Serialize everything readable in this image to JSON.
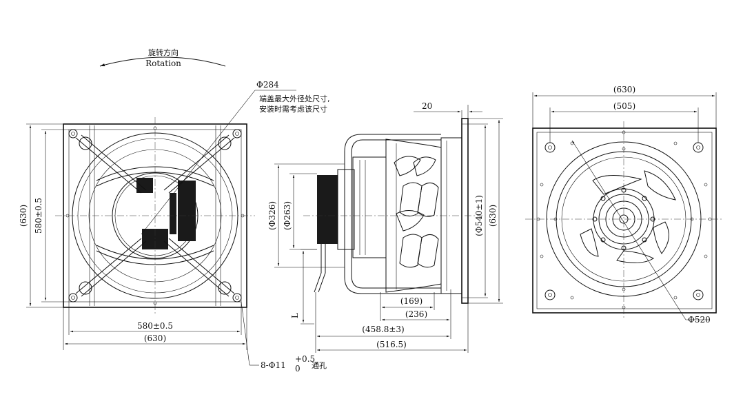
{
  "rotation": {
    "label_cn": "旋转方向",
    "label_en": "Rotation"
  },
  "callouts": {
    "phi284": "Φ284",
    "note_line1": "端盖最大外径处尺寸,",
    "note_line2": "安装时需考虑该尺寸",
    "holes_main": "8-Φ11",
    "holes_sup": "+0.5",
    "holes_sub": "0",
    "holes_suffix": "通孔",
    "phi520": "Φ520"
  },
  "front_view": {
    "height_overall": "(630)",
    "height_mount": "580±0.5",
    "width_mount": "580±0.5",
    "width_overall": "(630)"
  },
  "side_view": {
    "flange_thickness": "20",
    "phi326": "(Φ326)",
    "phi263": "(Φ263)",
    "phi540": "(Φ540±1)",
    "height_overall": "(630)",
    "cable_L": "L",
    "d169": "(169)",
    "d236": "(236)",
    "d458": "(458.8±3)",
    "d516": "(516.5)"
  },
  "rear_view": {
    "width_overall": "(630)",
    "width_inner": "(505)"
  }
}
